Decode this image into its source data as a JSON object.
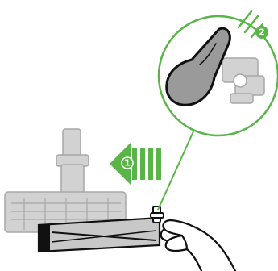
{
  "steps": [
    {
      "number": "1",
      "action": "slide-left"
    },
    {
      "number": "2",
      "action": "rotate-latch"
    }
  ],
  "colors": {
    "accent": "#59b548",
    "outline": "#111111",
    "ghost_gray": "#d2d2d2",
    "ghost_gray_stroke": "#a7a7a7",
    "latch_fill": "#9a9a9a"
  },
  "icons": {
    "step1": "left-arrow-icon",
    "step2": "rotate-motion-icon",
    "callout": "magnifier-circle-icon"
  }
}
